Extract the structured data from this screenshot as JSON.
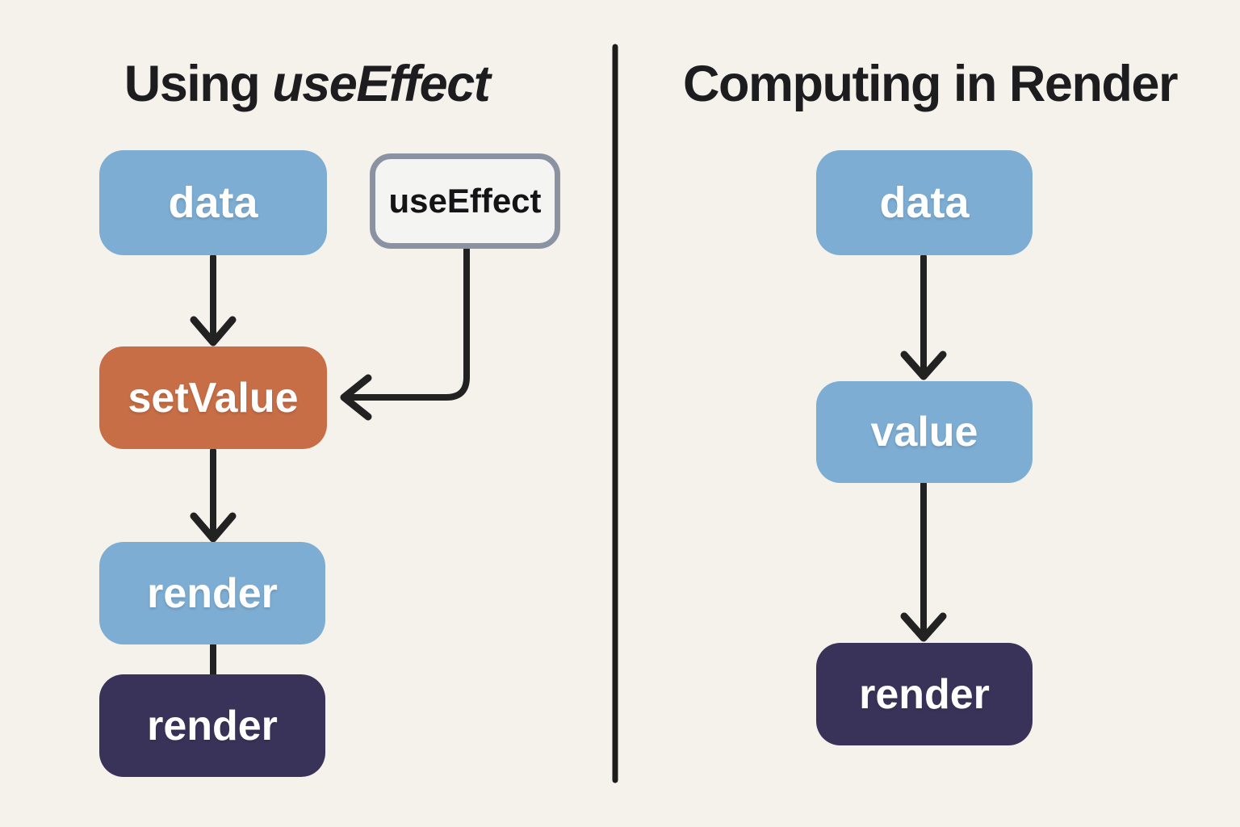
{
  "left": {
    "title_plain": "Using ",
    "title_italic": "useEffect",
    "nodes": {
      "data": "data",
      "use_effect": "useEffect",
      "set_value": "setValue",
      "render_first": "render",
      "render_second": "render"
    }
  },
  "right": {
    "title": "Computing in Render",
    "nodes": {
      "data": "data",
      "value": "value",
      "render": "render"
    }
  },
  "colors": {
    "background": "#f5f2ec",
    "node_blue": "#7dadd3",
    "node_orange": "#c76e46",
    "node_dark": "#3a3359",
    "useeffect_fill": "#f4f4f2",
    "useeffect_border": "#8b93a3",
    "arrow": "#222222",
    "divider": "#1c1c1c",
    "title_text": "#1d1d20",
    "node_text_light": "#ffffff",
    "node_text_dark": "#141417"
  }
}
